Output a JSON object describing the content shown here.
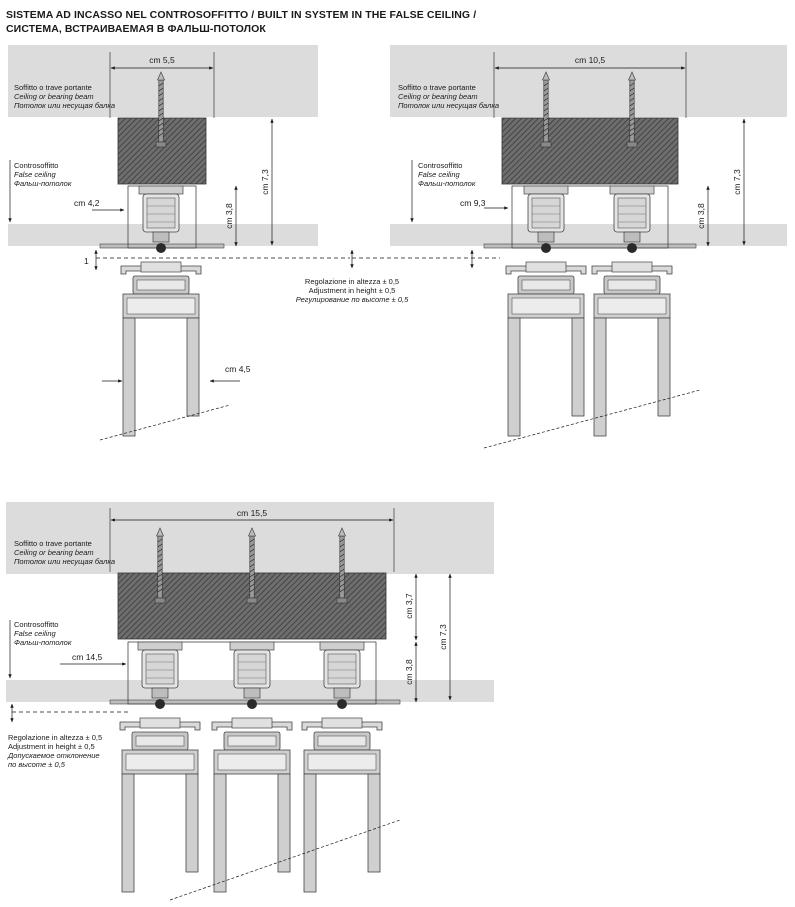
{
  "header": {
    "title_line1": "SISTEMA AD INCASSO NEL CONTROSOFFITTO / BUILT IN SYSTEM IN THE FALSE CEILING /",
    "title_line2": "СИСТЕМА, ВСТРАИВАЕМАЯ В ФАЛЬШ-ПОТОЛОК"
  },
  "labels": {
    "ceiling": [
      "Soffitto o trave portante",
      "Ceiling or bearing beam",
      "Потолок или несущая балка"
    ],
    "false_ceiling": [
      "Controsoffitto",
      "False ceiling",
      "Фальш-потолок"
    ],
    "adjust_top": [
      "Regolazione in altezza ± 0,5",
      "Adjustment in height ± 0,5",
      "Регулирование по высоте ± 0,5"
    ],
    "adjust_bottom": [
      "Regolazione in altezza ± 0,5",
      "Adjustment in height ± 0,5",
      "Допускаемое отклонение",
      "по высоте ± 0,5"
    ]
  },
  "diagrams": {
    "single": {
      "width": "cm  5,5",
      "beam_height": "cm 7,3",
      "track_height": "cm 3,8",
      "inner_width": "cm 4,2",
      "offset": "1",
      "panel_width": "cm  4,5"
    },
    "double": {
      "width": "cm  10,5",
      "beam_height": "cm 7,3",
      "track_height": "cm 3,8",
      "inner_width": "cm 9,3"
    },
    "triple": {
      "width": "cm  15,5",
      "beam_height": "cm 7,3",
      "upper_height": "cm 3,7",
      "track_height": "cm 3,8",
      "inner_width": "cm 14,5"
    }
  }
}
